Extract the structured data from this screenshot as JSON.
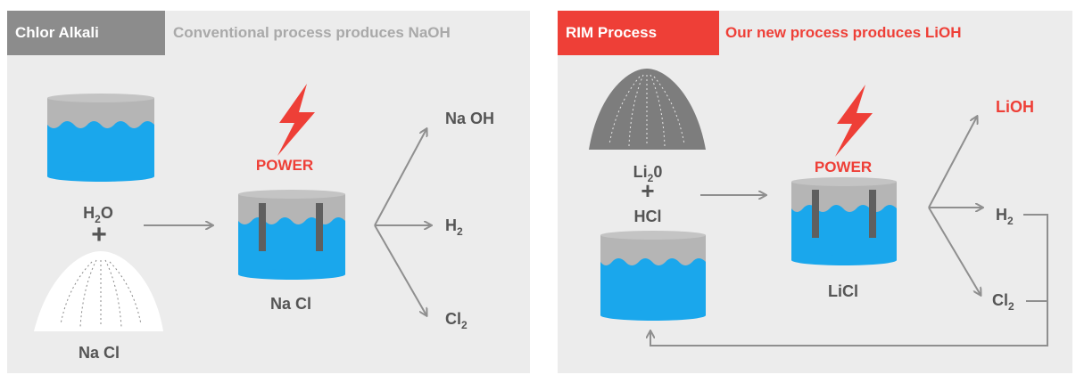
{
  "left_panel": {
    "tag": "Chlor Alkali",
    "subtitle": "Conventional process produces NaOH",
    "reactant_1": {
      "main": "H",
      "sub": "2",
      "tail": "O"
    },
    "plus": "+",
    "reactant_2": "Na Cl",
    "power_label": "POWER",
    "cell_label": "Na Cl",
    "product_1": "Na OH",
    "product_2": {
      "main": "H",
      "sub": "2"
    },
    "product_3": {
      "main": "Cl",
      "sub": "2"
    }
  },
  "right_panel": {
    "tag": "RIM Process",
    "subtitle": "Our new process produces LiOH",
    "reactant_1": {
      "main": "Li",
      "sub": "2",
      "tail": "0"
    },
    "plus": "+",
    "reactant_2": "HCl",
    "power_label": "POWER",
    "cell_label": "LiCl",
    "product_1": "LiOH",
    "product_2": {
      "main": "H",
      "sub": "2"
    },
    "product_3": {
      "main": "Cl",
      "sub": "2"
    }
  },
  "colors": {
    "water": "#1aa7ec",
    "cap": "#b5b5b5",
    "electrode": "#5f5f5f",
    "accent_red": "#ee3f37",
    "arrow": "#8f8f8f",
    "text_gray": "#555555"
  },
  "icons": [
    "water-container-icon",
    "salt-pile-icon",
    "lightning-bolt-icon",
    "electrolysis-cell-icon",
    "arrow-icon"
  ]
}
